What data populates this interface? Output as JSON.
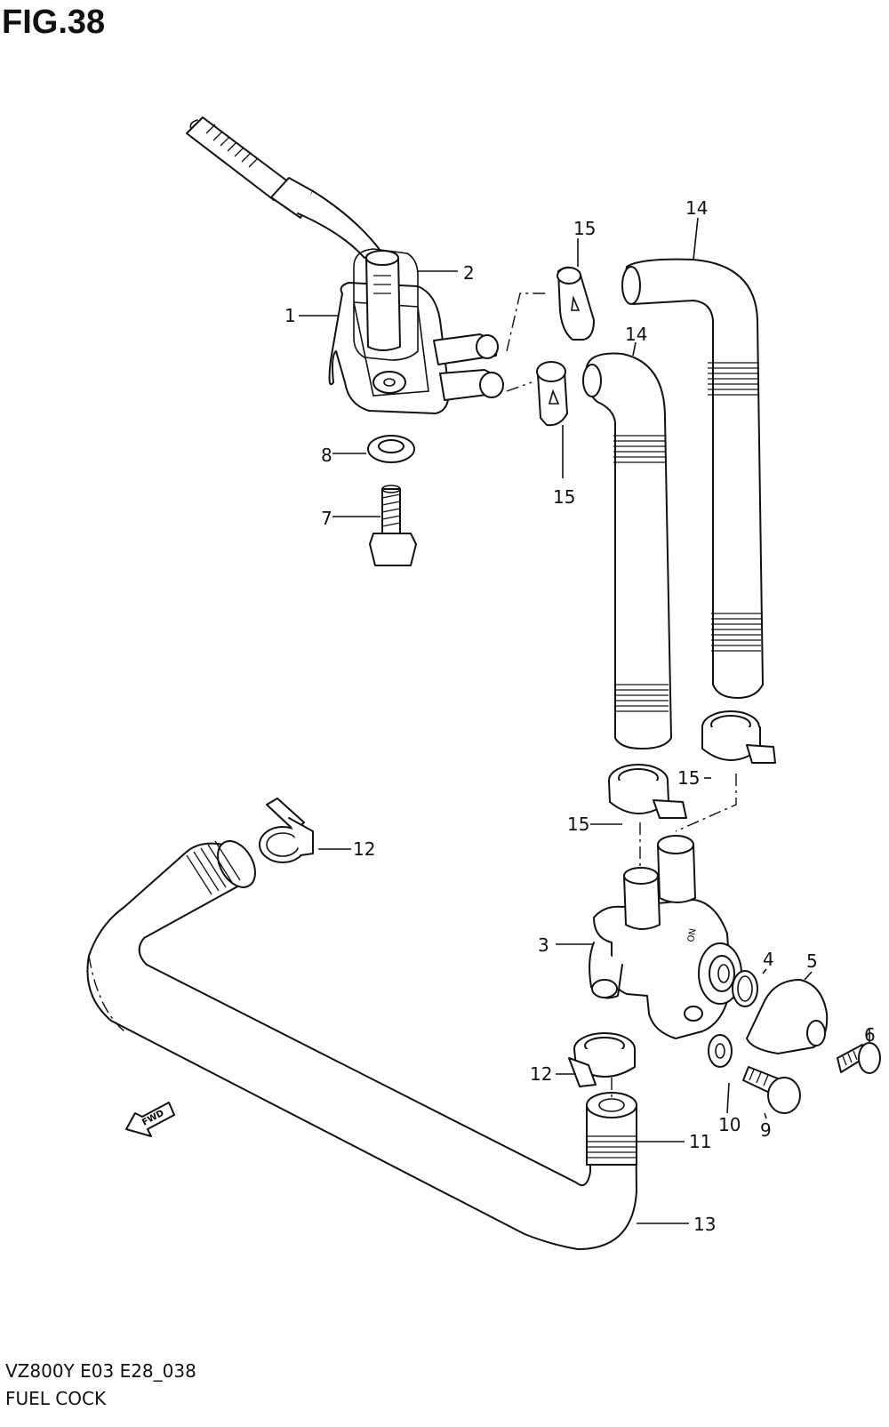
{
  "figure": {
    "title": "FIG.38",
    "model_code": "VZ800Y E03 E28_038",
    "assembly_name": "FUEL COCK",
    "direction_label": "FWD"
  },
  "callouts": {
    "c1": "1",
    "c2": "2",
    "c3": "3",
    "c4": "4",
    "c5": "5",
    "c6": "6",
    "c7": "7",
    "c8": "8",
    "c9": "9",
    "c10": "10",
    "c11": "11",
    "c12a": "12",
    "c12b": "12",
    "c13": "13",
    "c14a": "14",
    "c14b": "14",
    "c15a": "15",
    "c15b": "15",
    "c15c": "15",
    "c15d": "15"
  }
}
